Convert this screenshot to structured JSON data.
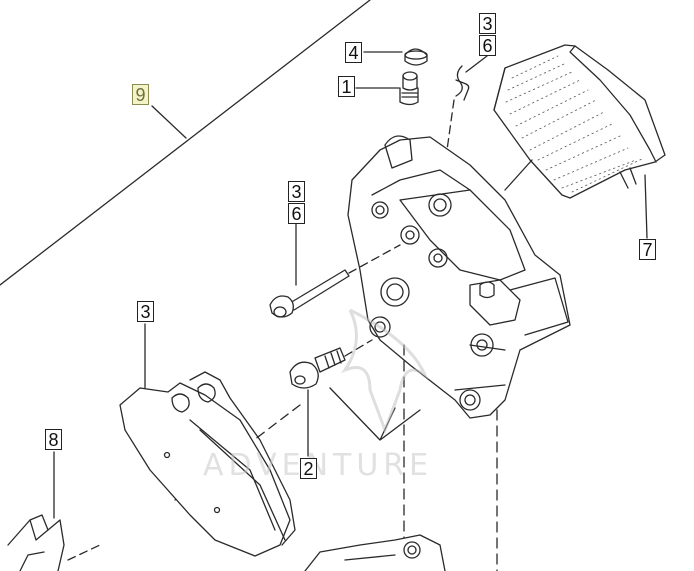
{
  "diagram": {
    "callouts": {
      "c9": "9",
      "c4": "4",
      "c1": "1",
      "c3a": "3",
      "c6a": "6",
      "c3b": "3",
      "c6b": "6",
      "c3c": "3",
      "c7": "7",
      "c8": "8",
      "c2": "2"
    },
    "watermark": "ADVENTURE"
  }
}
